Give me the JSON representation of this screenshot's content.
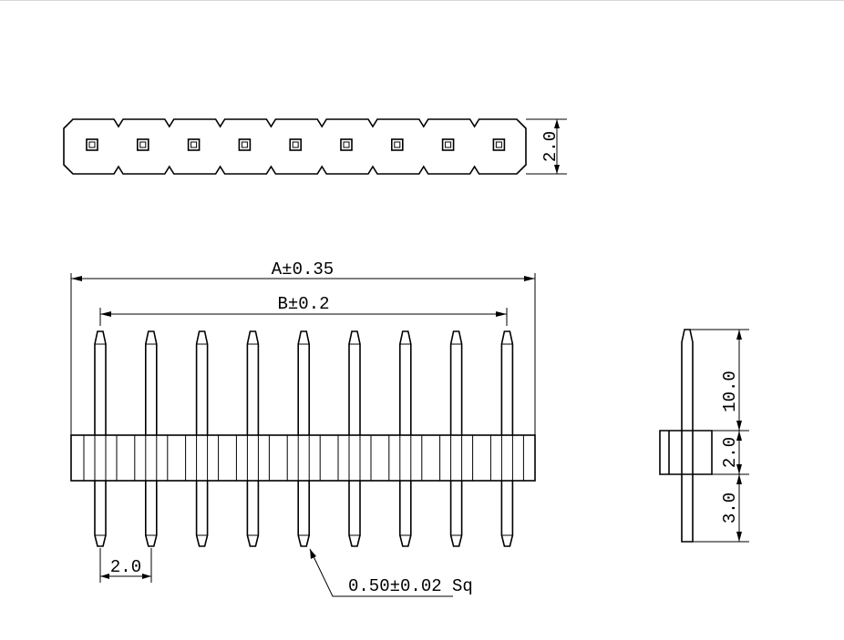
{
  "drawing": {
    "pin_count": 9,
    "top_view": {
      "height_label": "2.0"
    },
    "front_view": {
      "overall_label": "A±0.35",
      "span_label": "B±0.2",
      "pitch_label": "2.0",
      "pin_section_label": "0.50±0.02 Sq"
    },
    "side_view": {
      "upper_label": "10.0",
      "body_label": "2.0",
      "lower_label": "3.0"
    }
  }
}
